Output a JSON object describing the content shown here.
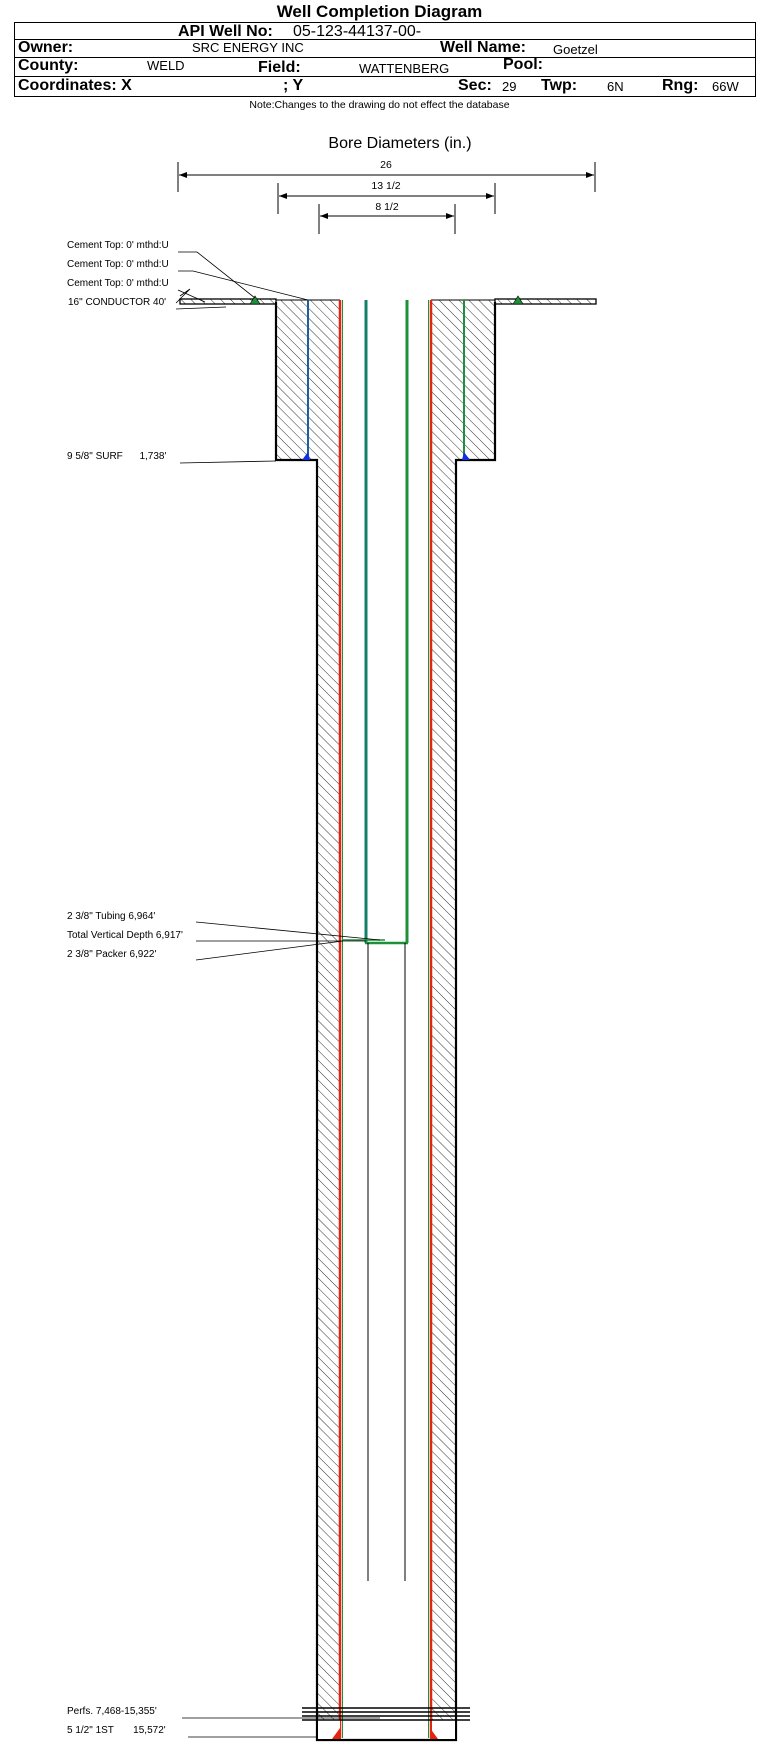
{
  "title": "Well Completion Diagram",
  "header": {
    "api_label": "API Well No:",
    "api_value": "05-123-44137-00-",
    "owner_label": "Owner:",
    "owner_value": "SRC ENERGY INC",
    "well_name_label": "Well Name:",
    "well_name_value": "Goetzel",
    "county_label": "County:",
    "county_value": "WELD",
    "field_label": "Field:",
    "field_value": "WATTENBERG",
    "pool_label": "Pool:",
    "coord_x_label": "Coordinates: X",
    "coord_y_label": "; Y",
    "sec_label": "Sec:",
    "sec_value": "29",
    "twp_label": "Twp:",
    "twp_value": "6N",
    "rng_label": "Rng:",
    "rng_value": "66W"
  },
  "note": "Note:Changes to the drawing do not effect the database",
  "bore": {
    "title": "Bore Diameters (in.)",
    "diameters": [
      "26",
      "13 1/2",
      "8 1/2"
    ]
  },
  "labels": {
    "cement_top_1": "Cement Top: 0' mthd:U",
    "cement_top_2": "Cement Top: 0' mthd:U",
    "cement_top_3": "Cement Top: 0' mthd:U",
    "conductor": "16\" CONDUCTOR  40'",
    "surface": "9 5/8\" SURF      1,738'",
    "tubing": "2 3/8\" Tubing 6,964'",
    "tvd": "Total Vertical Depth 6,917'",
    "packer": "2 3/8\" Packer 6,922'",
    "perfs": "Perfs. 7,468-15,355'",
    "production": "5 1/2\" 1ST       15,572'"
  },
  "colors": {
    "casing_green": "#1f8f3a",
    "production_red": "#e52410",
    "tubing_teal": "#14806a",
    "shoe_blue": "#1030e0"
  }
}
